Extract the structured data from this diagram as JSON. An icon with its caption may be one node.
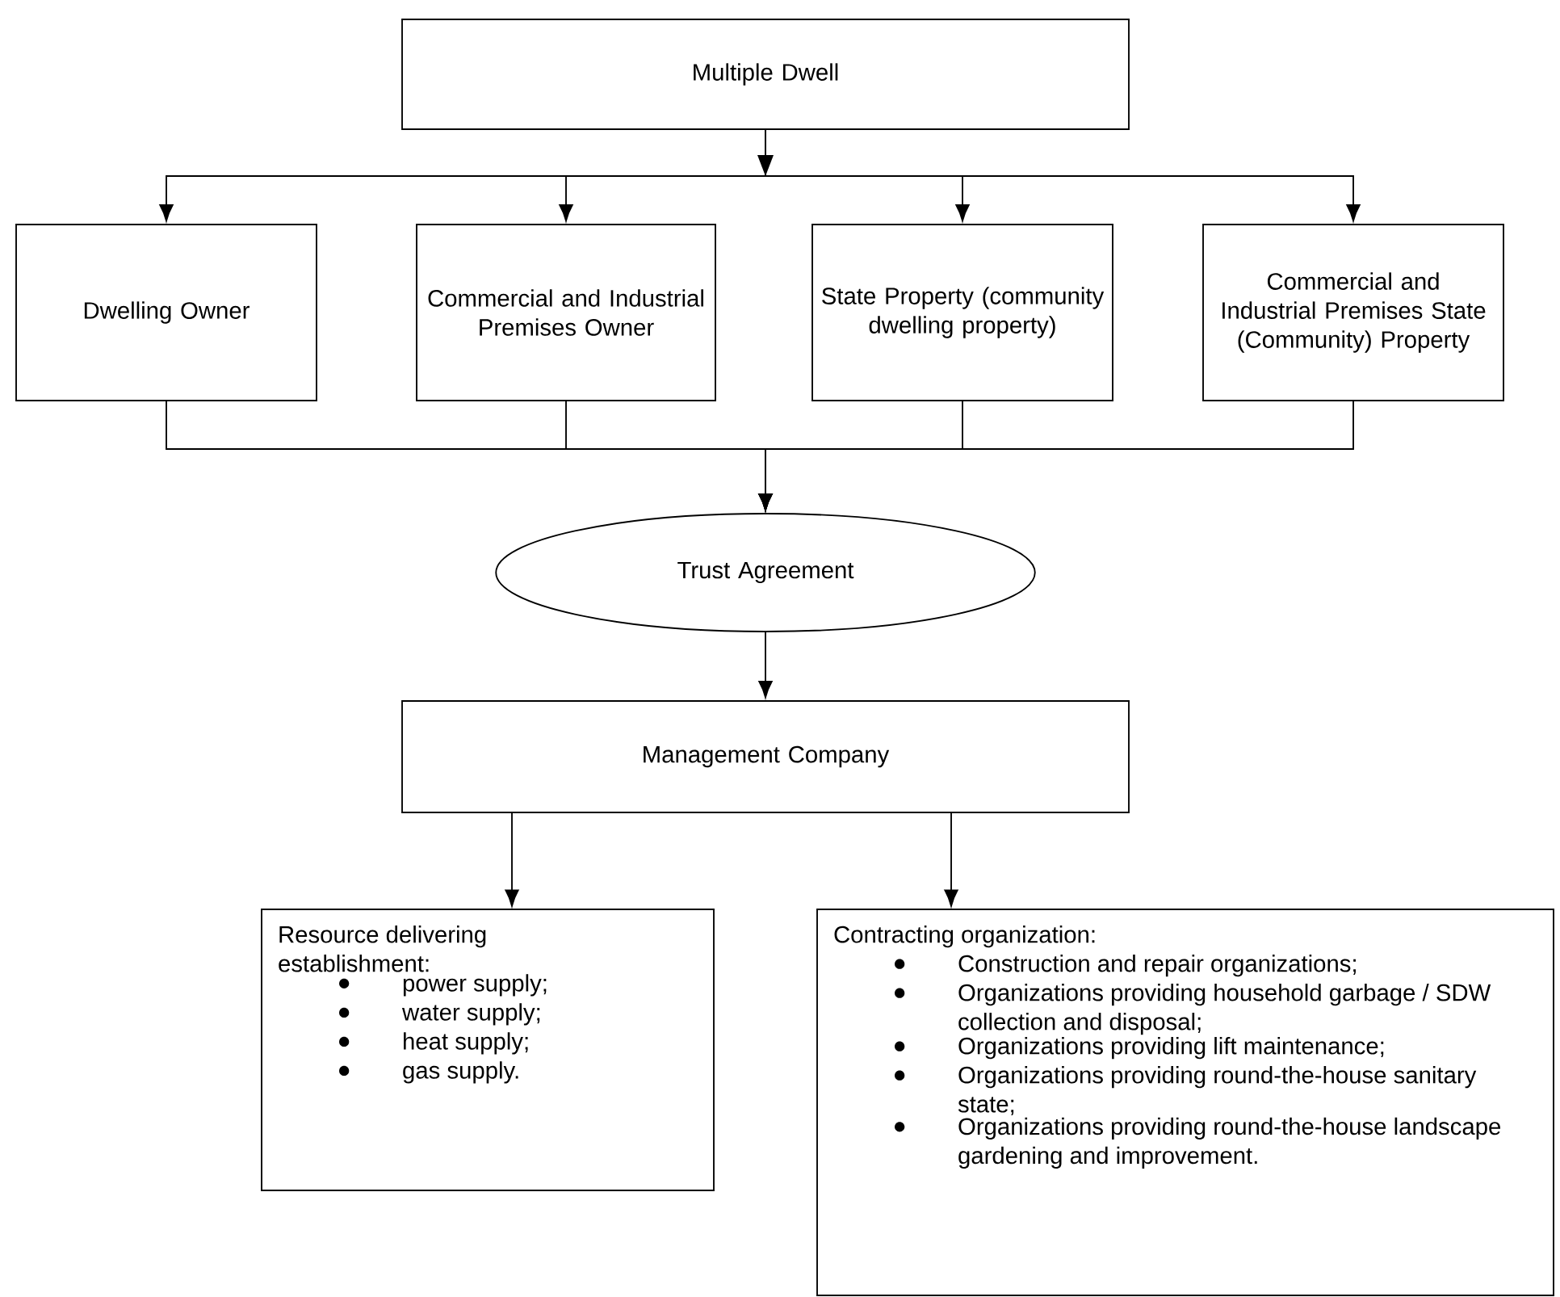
{
  "diagram": {
    "nodes": [
      {
        "text": [
          "Multiple Dwell"
        ]
      },
      {
        "text": [
          "Dwelling Owner"
        ]
      },
      {
        "text": [
          "Commercial and Industrial Premises Owner"
        ]
      },
      {
        "text": [
          "State Property (community dwelling property)"
        ]
      },
      {
        "text": [
          "Commercial and Industrial Premises State (Community) Property"
        ]
      },
      {
        "text": [
          "Trust Agreement"
        ]
      },
      {
        "text": [
          "Management Company"
        ]
      },
      {
        "text": [
          "Resource delivering establishment:",
          "power supply;",
          "water supply;",
          "heat supply;",
          "gas supply."
        ]
      },
      {
        "text": [
          "Contracting organization:",
          "Construction and repair organizations;",
          "Organizations providing household garbage / SDW collection and disposal;",
          "Organizations providing lift maintenance;",
          "Organizations providing round-the-house sanitary state;",
          "Organizations providing round-the-house landscape gardening and improvement."
        ]
      }
    ],
    "edges": [
      {
        "from": 0,
        "to": 1,
        "arrow": "to"
      },
      {
        "from": 0,
        "to": 2,
        "arrow": "to"
      },
      {
        "from": 0,
        "to": 3,
        "arrow": "to"
      },
      {
        "from": 0,
        "to": 4,
        "arrow": "to"
      },
      {
        "from": 1,
        "to": 5,
        "arrow": "to"
      },
      {
        "from": 2,
        "to": 5,
        "arrow": "to"
      },
      {
        "from": 3,
        "to": 5,
        "arrow": "to"
      },
      {
        "from": 4,
        "to": 5,
        "arrow": "to"
      },
      {
        "from": 5,
        "to": 6,
        "arrow": "to"
      },
      {
        "from": 6,
        "to": 7,
        "arrow": "to"
      },
      {
        "from": 6,
        "to": 8,
        "arrow": "to"
      }
    ]
  }
}
